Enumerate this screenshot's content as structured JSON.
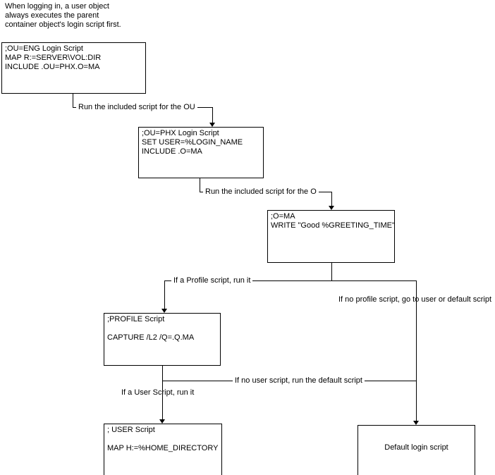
{
  "intro": {
    "lines": [
      "When logging in, a user object",
      "always executes the parent",
      "container object's login script first."
    ]
  },
  "boxes": {
    "ou_eng": {
      "lines": [
        ";OU=ENG Login Script",
        "MAP R:=SERVER\\VOL:DIR",
        "INCLUDE .OU=PHX.O=MA"
      ]
    },
    "ou_phx": {
      "lines": [
        ";OU=PHX Login Script",
        "SET USER=%LOGIN_NAME",
        "INCLUDE .O=MA"
      ]
    },
    "o_ma": {
      "lines": [
        ";O=MA",
        "WRITE \"Good %GREETING_TIME\""
      ]
    },
    "profile": {
      "lines": [
        ";PROFILE Script",
        "CAPTURE /L2 /Q=.Q.MA"
      ]
    },
    "user": {
      "lines": [
        "; USER Script",
        "MAP H:=%HOME_DIRECTORY"
      ]
    },
    "default": {
      "lines": [
        "Default login script"
      ]
    }
  },
  "labels": {
    "run_ou": "Run the included script for the OU",
    "run_o": "Run the included script for the O",
    "profile_yes": "If a Profile script, run it",
    "profile_no": "If no profile script, go to user or default script",
    "user_no": "If no user script, run the default script",
    "user_yes": "If a User Script, run it"
  },
  "colors": {
    "line": "#000000",
    "background": "#ffffff",
    "text": "#000000"
  }
}
